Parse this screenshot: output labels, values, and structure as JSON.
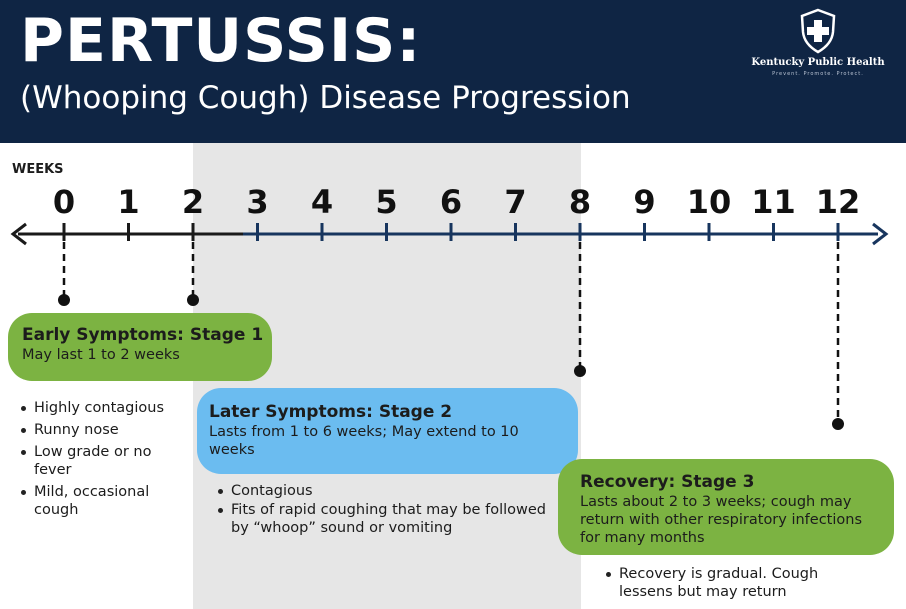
{
  "header": {
    "title": "PERTUSSIS:",
    "subtitle": "(Whooping Cough) Disease Progression"
  },
  "logo": {
    "name": "Kentucky Public Health",
    "tagline": "Prevent. Promote. Protect."
  },
  "timeline": {
    "unit_label": "WEEKS",
    "weeks": [
      "0",
      "1",
      "2",
      "3",
      "4",
      "5",
      "6",
      "7",
      "8",
      "9",
      "10",
      "11",
      "12"
    ],
    "shaded_span_weeks": [
      2,
      8
    ],
    "stage_markers_weeks": [
      0,
      2,
      8,
      12
    ]
  },
  "stages": [
    {
      "title": "Early Symptoms: Stage 1",
      "duration": "May last 1 to 2 weeks",
      "bullets": [
        "Highly contagious",
        "Runny nose",
        "Low grade or no fever",
        "Mild, occasional cough"
      ]
    },
    {
      "title": "Later Symptoms: Stage 2",
      "duration": "Lasts from 1 to 6 weeks; May extend to 10 weeks",
      "bullets": [
        "Contagious",
        "Fits of rapid coughing that may be followed by “whoop” sound or vomiting"
      ]
    },
    {
      "title": "Recovery: Stage 3",
      "duration": "Lasts about 2 to 3 weeks; cough may return with other respiratory infections for many months",
      "bullets": [
        "Recovery is gradual. Cough lessens but may return"
      ]
    }
  ],
  "colors": {
    "header_bg": "#0f2544",
    "stage1": "#7cb342",
    "stage2": "#6bbcf0",
    "stage3": "#7cb342",
    "shade": "#e6e6e6",
    "axis_dark": "#1a1a1a",
    "axis_navy": "#17355e"
  }
}
